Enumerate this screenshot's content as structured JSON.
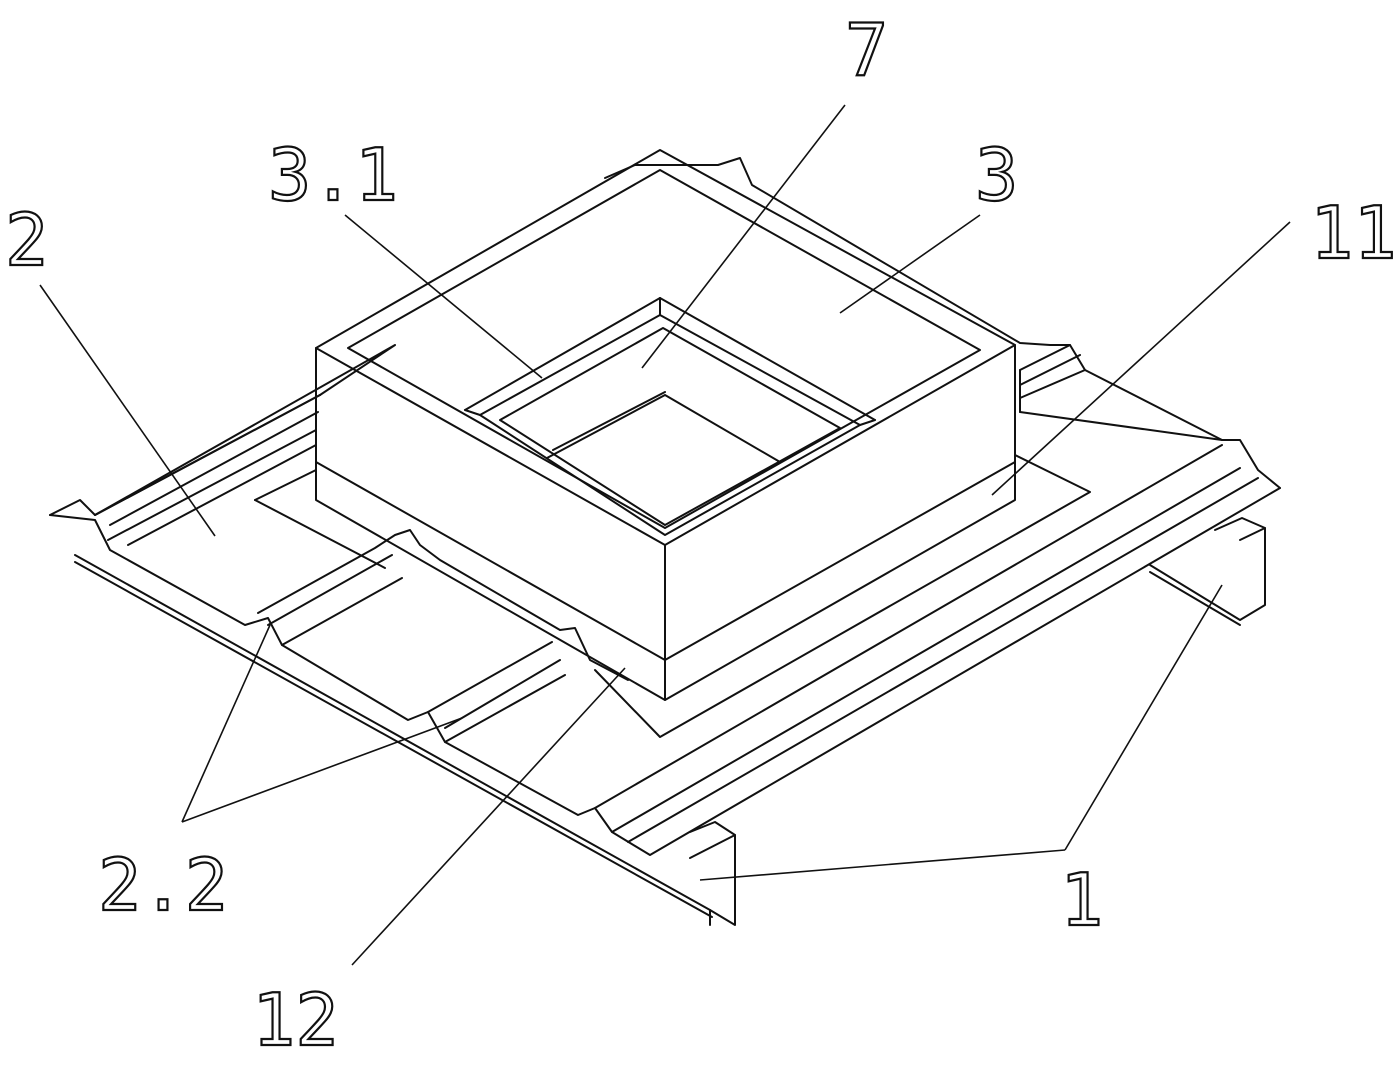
{
  "labels": {
    "label_7": "7",
    "label_3_1": "3.1",
    "label_3": "3",
    "label_11": "11",
    "label_2": "2",
    "label_2_2": "2.2",
    "label_12": "12",
    "label_1": "1"
  }
}
